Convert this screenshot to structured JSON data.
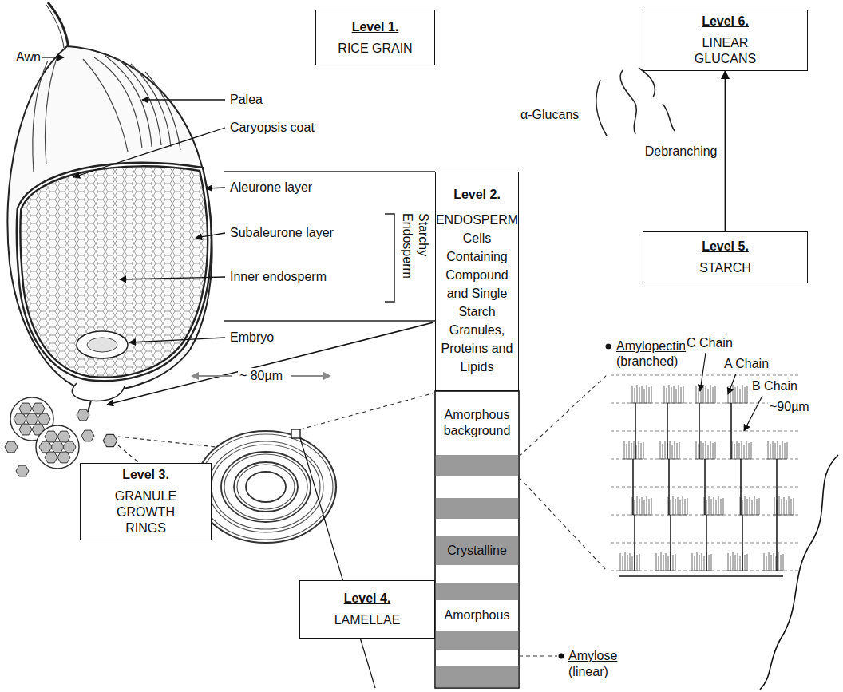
{
  "diagram": {
    "nodes": [
      {
        "text": [
          "Level 1.",
          "RICE GRAIN"
        ]
      },
      {
        "text": [
          "Level 6.",
          "LINEAR GLUCANS"
        ]
      },
      {
        "text": [
          "Level 2.",
          "ENDOSPERM Cells Containing Compound and Single Starch Granules, Proteins and Lipids"
        ]
      },
      {
        "text": [
          "Level 5.",
          "STARCH"
        ]
      },
      {
        "text": [
          "Amorphous background"
        ]
      },
      {
        "text": [
          "Crystalline"
        ]
      },
      {
        "text": [
          "Level 3.",
          "GRANULE GROWTH RINGS"
        ]
      },
      {
        "text": [
          "Level 4.",
          "LAMELLAE"
        ]
      },
      {
        "text": [
          "Amorphous"
        ]
      }
    ],
    "edges": [
      {
        "from": 3,
        "to": 1,
        "arrow": "to",
        "label": "Debranching"
      }
    ],
    "labels": [
      "Awn",
      "Palea",
      "Caryopsis coat",
      "Aleurone layer",
      "Subaleurone layer",
      "Starchy Endosperm",
      "Inner endosperm",
      "Embryo",
      "α-Glucans",
      "~ 80µm",
      "Amylopectin",
      "(branched)",
      "C Chain",
      "A Chain",
      "B Chain",
      "~90µm",
      "Amylose",
      "(linear)"
    ]
  }
}
